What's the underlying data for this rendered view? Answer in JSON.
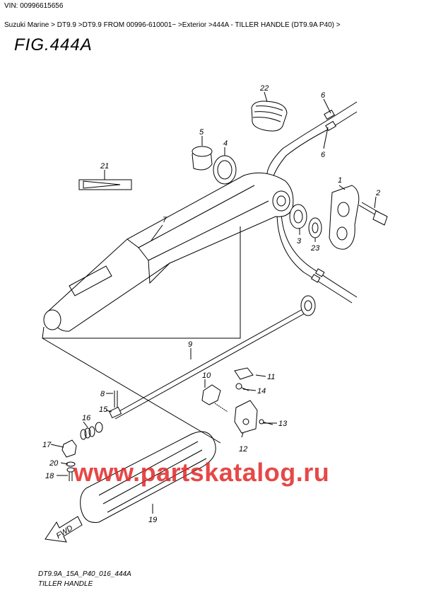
{
  "header": {
    "vin": "VIN: 00996615656",
    "breadcrumb": "Suzuki Marine > DT9.9 >DT9.9 FROM 00996-610001~ >Exterior >444A - TILLER HANDLE (DT9.9A P40) >"
  },
  "figure": {
    "title": "FIG.444A"
  },
  "callouts": [
    "22",
    "6",
    "6",
    "5",
    "4",
    "21",
    "1",
    "2",
    "7",
    "3",
    "23",
    "9",
    "10",
    "11",
    "14",
    "8",
    "15",
    "16",
    "13",
    "17",
    "12",
    "20",
    "18",
    "19"
  ],
  "watermark": "www.partskatalog.ru",
  "fwd_label": "FWD",
  "footer": {
    "code": "DT9.9A_15A_P40_016_444A",
    "description": "TILLER HANDLE"
  }
}
